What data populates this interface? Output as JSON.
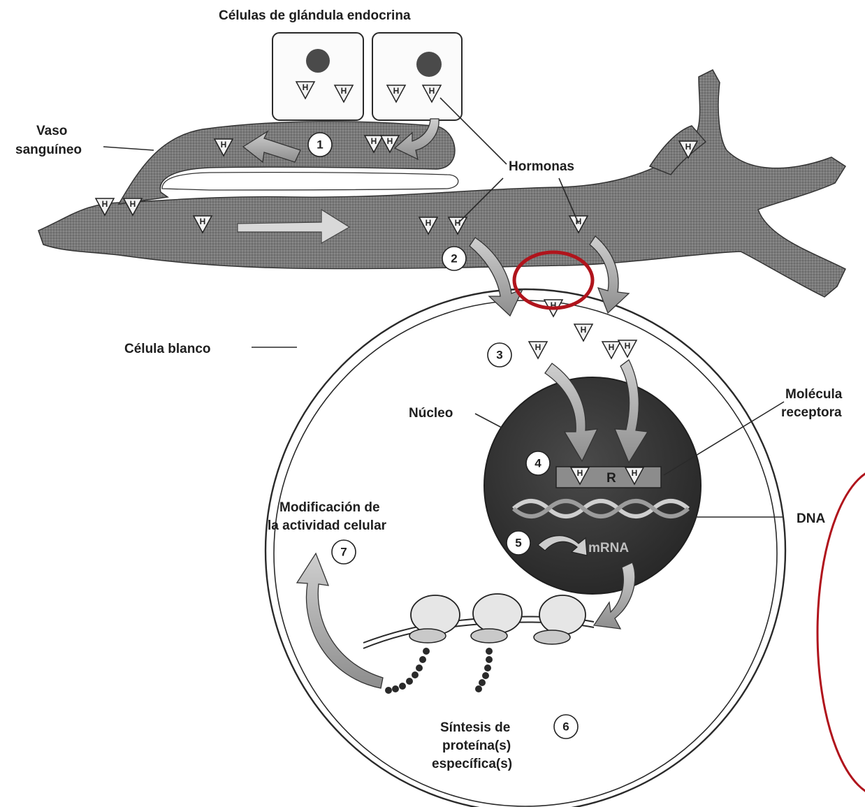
{
  "labels": {
    "endocrine_cells": "Células de glándula endocrina",
    "blood_vessel_line1": "Vaso",
    "blood_vessel_line2": "sanguíneo",
    "hormones": "Hormonas",
    "target_cell": "Célula blanco",
    "nucleus": "Núcleo",
    "receptor_line1": "Molécula",
    "receptor_line2": "receptora",
    "dna": "DNA",
    "mrna": "mRNA",
    "receptor_letter": "R",
    "hormone_letter": "H",
    "activity_line1": "Modificación de",
    "activity_line2": "la actividad celular",
    "synthesis_line1": "Síntesis de",
    "synthesis_line2": "proteína(s)",
    "synthesis_line3": "específica(s)"
  },
  "steps": [
    "1",
    "2",
    "3",
    "4",
    "5",
    "6",
    "7"
  ],
  "colors": {
    "vessel": "#6f6f6f",
    "nucleus": "#3d3d3d",
    "highlight_circle": "#b0141c",
    "line": "#2a2a2a"
  }
}
